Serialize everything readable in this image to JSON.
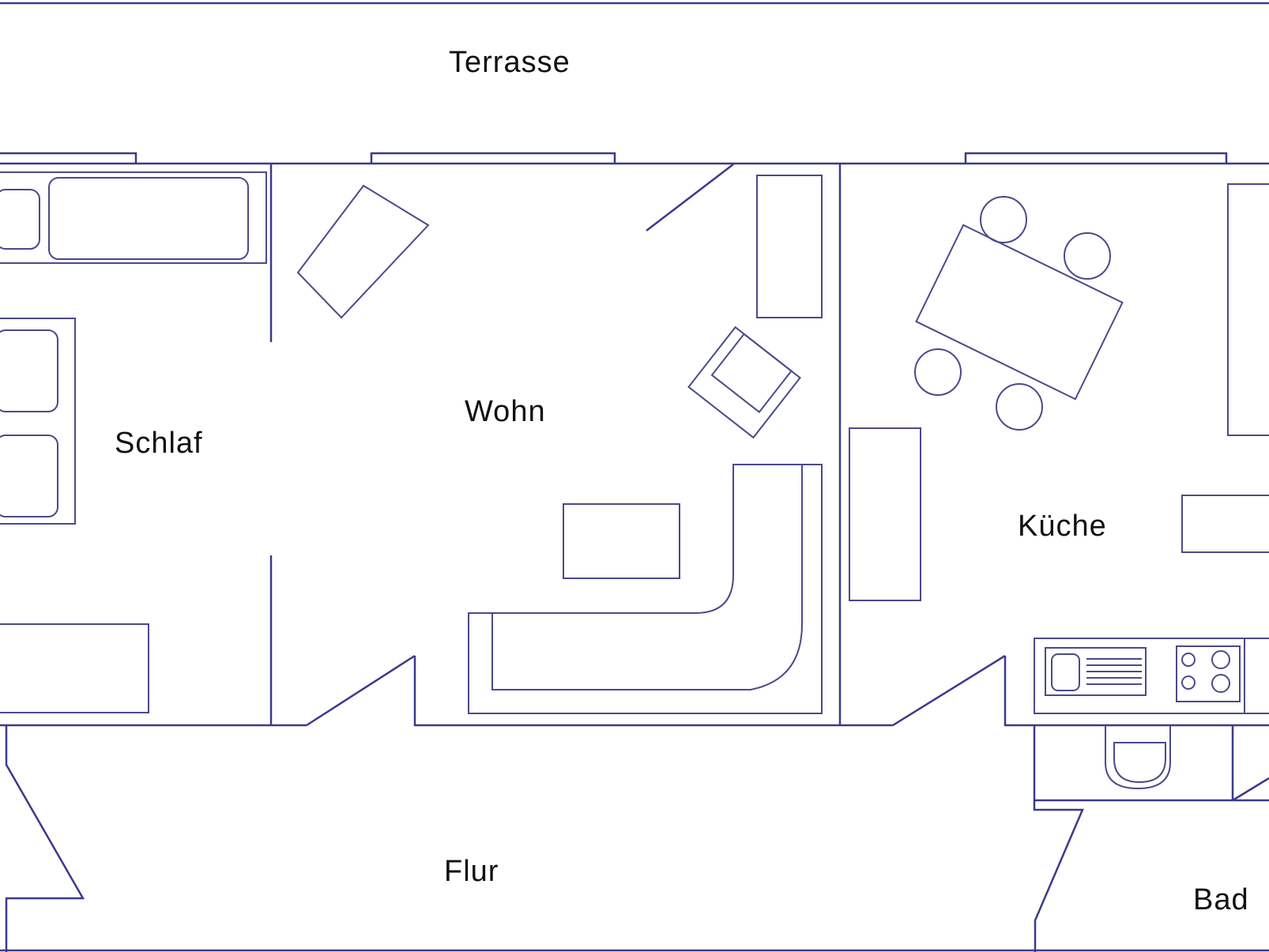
{
  "diagram": {
    "type": "floor-plan",
    "line_color": "#3a3a8c",
    "background": "#ffffff",
    "rooms": [
      {
        "id": "terrasse",
        "label": "Terrasse"
      },
      {
        "id": "schlaf",
        "label": "Schlaf"
      },
      {
        "id": "wohn",
        "label": "Wohn"
      },
      {
        "id": "kueche",
        "label": "Küche"
      },
      {
        "id": "flur",
        "label": "Flur"
      },
      {
        "id": "bad",
        "label": "Bad"
      }
    ]
  }
}
